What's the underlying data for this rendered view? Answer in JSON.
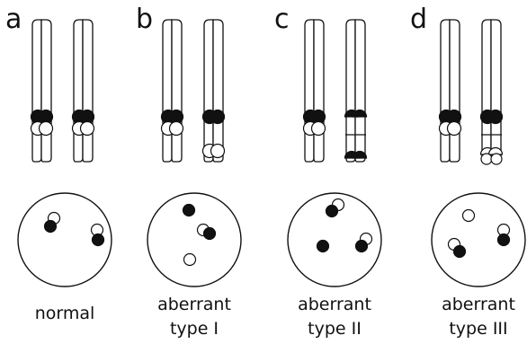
{
  "panels": [
    {
      "letter": "a",
      "caption_lines": [
        "normal"
      ],
      "chromosome_pattern": "normal"
    },
    {
      "letter": "b",
      "caption_lines": [
        "aberrant",
        "type I"
      ],
      "chromosome_pattern": "type-1"
    },
    {
      "letter": "c",
      "caption_lines": [
        "aberrant",
        "type II"
      ],
      "chromosome_pattern": "type-2"
    },
    {
      "letter": "d",
      "caption_lines": [
        "aberrant",
        "type III"
      ],
      "chromosome_pattern": "type-3"
    }
  ]
}
